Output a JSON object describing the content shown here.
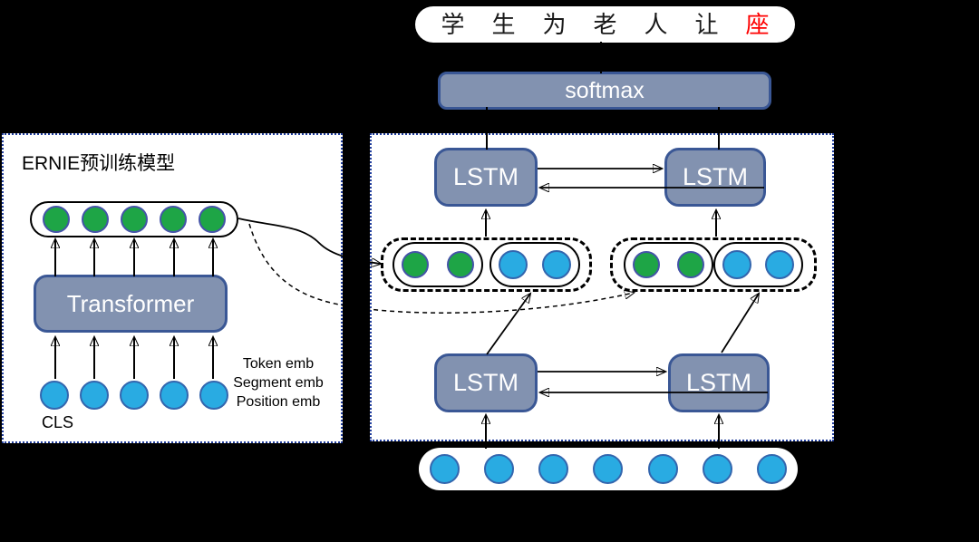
{
  "colors": {
    "background": "#000000",
    "panel_bg": "#ffffff",
    "panel_border": "#1f3c9b",
    "box_fill": "#8292b0",
    "box_border": "#3a5795",
    "box_text": "#ffffff",
    "green_fill": "#1ea546",
    "green_stroke": "#4453a8",
    "blue_fill": "#29abe2",
    "blue_stroke": "#3366ae",
    "line": "#000000",
    "sentence_text": "#1a1a1a"
  },
  "sentence": {
    "chars": [
      "学",
      "生",
      "为",
      "老",
      "人",
      "让",
      "座"
    ],
    "highlight_index": 6,
    "highlight_color": "#fe0000"
  },
  "labels": {
    "softmax": "softmax",
    "lstm": "LSTM",
    "transformer": "Transformer",
    "ernie_title": "ERNIE预训练模型",
    "cls": "CLS",
    "emb": [
      "Token emb",
      "Segment emb",
      "Position emb"
    ]
  },
  "counts": {
    "ernie_output_units": 5,
    "ernie_input_units": 5,
    "group_green_units": 2,
    "group_blue_units": 2,
    "bottom_input_units": 7
  }
}
